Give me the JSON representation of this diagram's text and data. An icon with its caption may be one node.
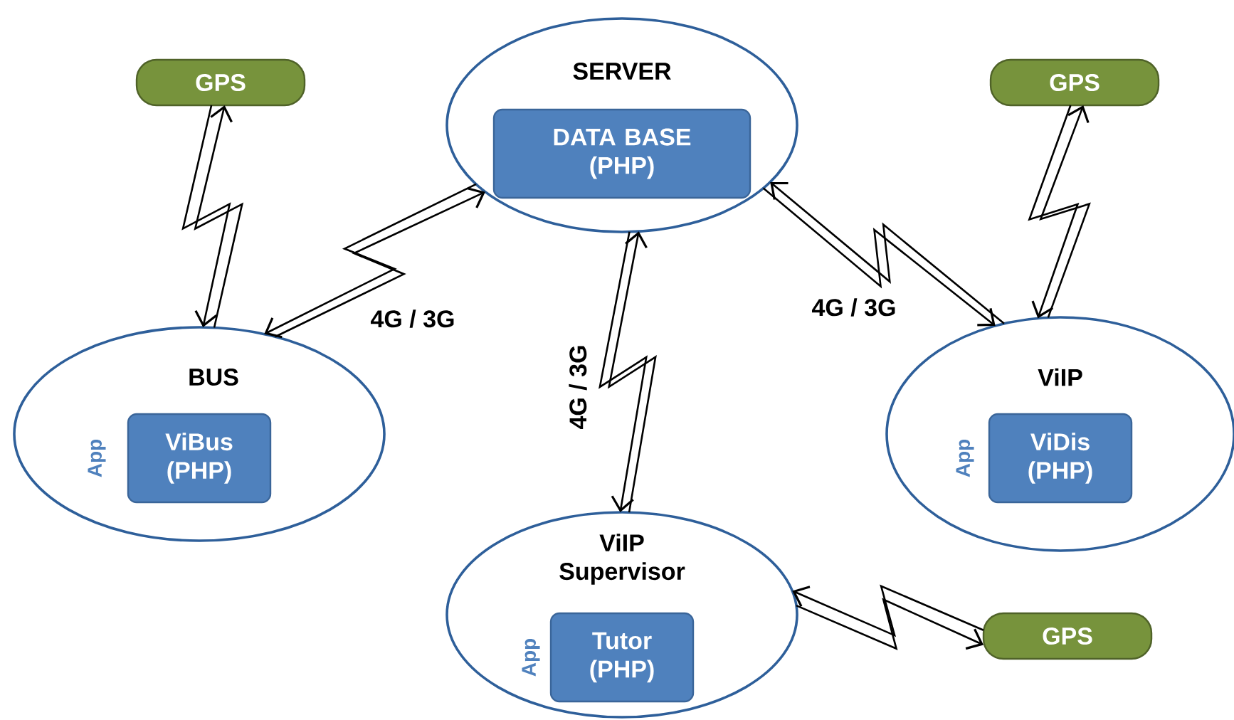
{
  "diagram": {
    "nodes": [
      {
        "text": [
          "SERVER"
        ]
      },
      {
        "text": [
          "DATA BASE (PHP)"
        ],
        "in": 0
      },
      {
        "text": [
          "GPS"
        ]
      },
      {
        "text": [
          "GPS"
        ]
      },
      {
        "text": [
          "BUS"
        ]
      },
      {
        "text": [
          "ViBus (PHP)"
        ],
        "in": 4,
        "beside": [
          "App"
        ]
      },
      {
        "text": [
          "ViIP"
        ]
      },
      {
        "text": [
          "ViDis (PHP)"
        ],
        "in": 6,
        "beside": [
          "App"
        ]
      },
      {
        "text": [
          "ViIP Supervisor"
        ]
      },
      {
        "text": [
          "Tutor (PHP)"
        ],
        "in": 8,
        "beside": [
          "App"
        ]
      },
      {
        "text": [
          "GPS"
        ]
      }
    ],
    "edges": [
      {
        "from": 4,
        "to": 2,
        "arrow": "to"
      },
      {
        "from": 2,
        "to": 4,
        "arrow": "to"
      },
      {
        "from": 0,
        "to": 4,
        "arrow": "to",
        "label": "4G / 3G"
      },
      {
        "from": 4,
        "to": 0,
        "arrow": "to"
      },
      {
        "from": 0,
        "to": 8,
        "arrow": "to",
        "label": "4G / 3G"
      },
      {
        "from": 8,
        "to": 0,
        "arrow": "to"
      },
      {
        "from": 0,
        "to": 6,
        "arrow": "to",
        "label": "4G / 3G"
      },
      {
        "from": 6,
        "to": 0,
        "arrow": "to"
      },
      {
        "from": 6,
        "to": 3,
        "arrow": "to"
      },
      {
        "from": 3,
        "to": 6,
        "arrow": "to"
      },
      {
        "from": 8,
        "to": 10,
        "arrow": "to"
      },
      {
        "from": 10,
        "to": 8,
        "arrow": "to"
      }
    ]
  }
}
